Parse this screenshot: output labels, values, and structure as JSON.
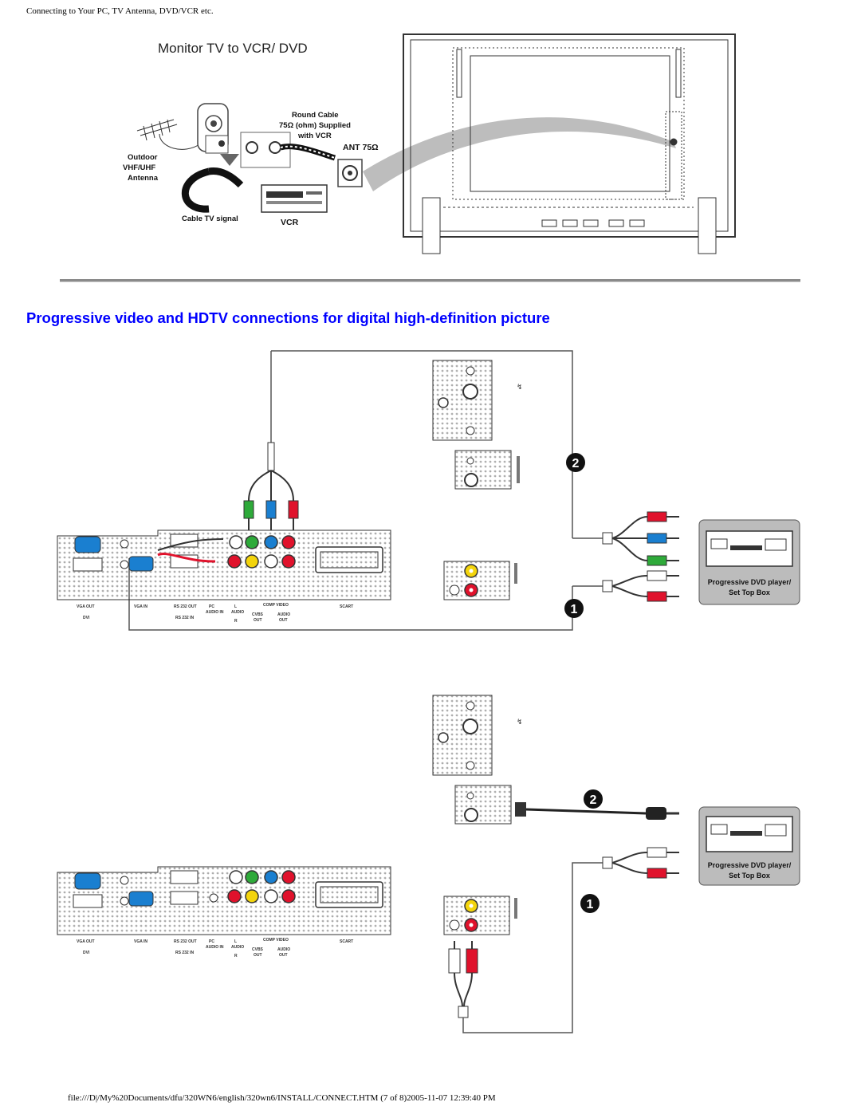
{
  "page": {
    "header": "Connecting to Your PC, TV Antenna, DVD/VCR etc.",
    "section_title": "Progressive video and HDTV connections for digital high-definition picture",
    "footer": "file:///D|/My%20Documents/dfu/320WN6/english/320wn6/INSTALL/CONNECT.HTM (7 of 8)2005-11-07 12:39:40 PM"
  },
  "figure_vcr": {
    "title": "Monitor TV to VCR/ DVD",
    "round_cable": [
      "Round Cable",
      "75Ω (ohm) Supplied",
      "with VCR"
    ],
    "ant": "ANT 75Ω",
    "antenna": [
      "Outdoor",
      "VHF/UHF",
      "Antenna"
    ],
    "cable_signal": "Cable TV signal",
    "vcr": "VCR"
  },
  "figure_hdtv": {
    "device_label": [
      "Progressive DVD player/",
      "Set Top Box"
    ],
    "step_1": "1",
    "step_2": "2",
    "panel_labels": {
      "vga_out": "VGA OUT",
      "dvi": "DVI",
      "vga_in": "VGA IN",
      "rs232_out": "RS 232 OUT",
      "rs232_in": "RS 232 IN",
      "pc_audio_in": [
        "PC",
        "AUDIO IN"
      ],
      "audio": "AUDIO",
      "comp_video": "COMP VIDEO",
      "cvbs_out": [
        "CVBS",
        "OUT"
      ],
      "audio_out": [
        "AUDIO",
        "OUT"
      ],
      "scart": "SCART",
      "l": "L",
      "r": "R"
    }
  },
  "colors": {
    "link_blue": "#0000ff",
    "jack_green": "#2eaa3a",
    "jack_blue": "#1a7fd0",
    "jack_red": "#e0122c",
    "jack_yellow": "#f3d40c"
  }
}
